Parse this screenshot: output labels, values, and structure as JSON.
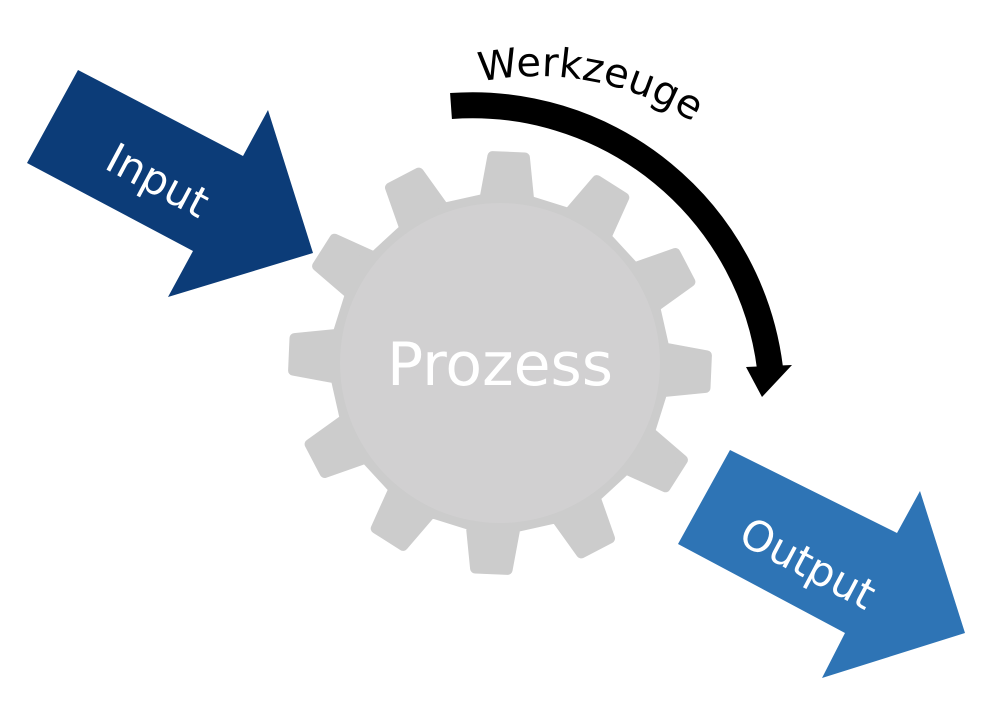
{
  "diagram": {
    "input": {
      "label": "Input",
      "color": "#0c3c78"
    },
    "process": {
      "label": "Prozess",
      "gear_color": "#cccccc",
      "hub_color": "#d1d0d1",
      "text_color": "#ffffff",
      "teeth": 12
    },
    "tools": {
      "label": "Werkzeuge",
      "color": "#000000"
    },
    "output": {
      "label": "Output",
      "color": "#2e74b5"
    }
  }
}
